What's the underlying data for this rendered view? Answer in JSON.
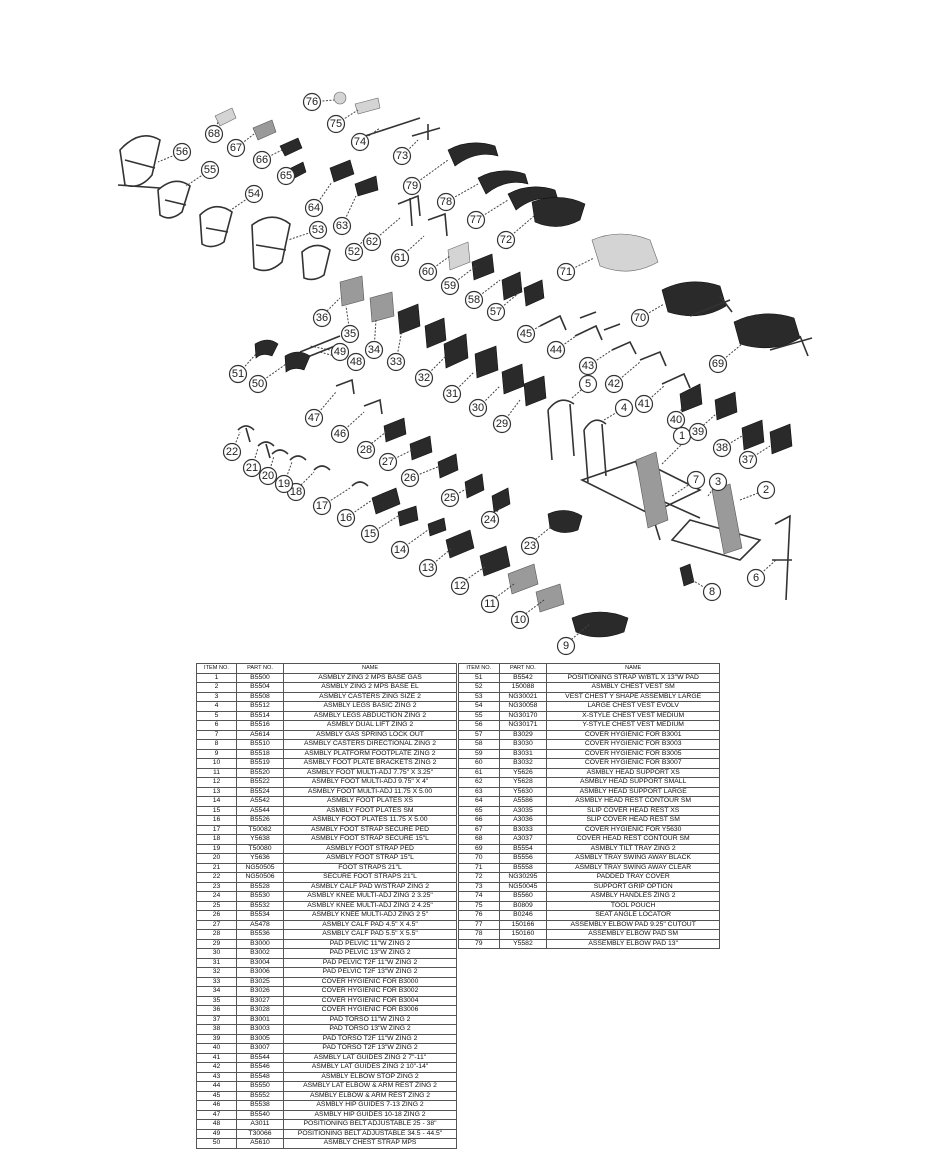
{
  "diagram": {
    "callouts": [
      "1",
      "2",
      "3",
      "4",
      "5",
      "6",
      "7",
      "8",
      "9",
      "10",
      "11",
      "12",
      "13",
      "14",
      "15",
      "16",
      "17",
      "18",
      "19",
      "20",
      "21",
      "22",
      "23",
      "24",
      "25",
      "26",
      "27",
      "28",
      "29",
      "30",
      "31",
      "32",
      "33",
      "34",
      "35",
      "36",
      "37",
      "38",
      "39",
      "40",
      "41",
      "42",
      "43",
      "44",
      "45",
      "46",
      "47",
      "48",
      "49",
      "50",
      "51",
      "52",
      "53",
      "54",
      "55",
      "56",
      "57",
      "58",
      "59",
      "60",
      "61",
      "62",
      "63",
      "64",
      "65",
      "66",
      "67",
      "68",
      "69",
      "70",
      "71",
      "72",
      "73",
      "74",
      "75",
      "76",
      "77",
      "78",
      "79"
    ]
  },
  "parts_table": {
    "headers": {
      "item": "ITEM NO.",
      "part": "PART NO.",
      "name": "NAME"
    },
    "left": [
      {
        "item": "1",
        "part": "B5500",
        "name": "ASMBLY ZING 2 MPS BASE GAS"
      },
      {
        "item": "2",
        "part": "B5504",
        "name": "ASMBLY ZING 2 MPS BASE EL"
      },
      {
        "item": "3",
        "part": "B5508",
        "name": "ASMBLY CASTERS ZING SIZE 2"
      },
      {
        "item": "4",
        "part": "B5512",
        "name": "ASMBLY LEGS BASIC ZING 2"
      },
      {
        "item": "5",
        "part": "B5514",
        "name": "ASMBLY LEGS ABDUCTION ZING 2"
      },
      {
        "item": "6",
        "part": "B5516",
        "name": "ASMBLY DUAL LIFT ZING 2"
      },
      {
        "item": "7",
        "part": "A5614",
        "name": "ASMBLY GAS SPRING LOCK OUT"
      },
      {
        "item": "8",
        "part": "B5510",
        "name": "ASMBLY CASTERS DIRECTIONAL ZING 2"
      },
      {
        "item": "9",
        "part": "B5518",
        "name": "ASMBLY PLATFORM FOOTPLATE ZING 2"
      },
      {
        "item": "10",
        "part": "B5519",
        "name": "ASMBLY FOOT PLATE BRACKETS ZING 2"
      },
      {
        "item": "11",
        "part": "B5520",
        "name": "ASMBLY FOOT MULTI-ADJ 7.75\" X 3.25\""
      },
      {
        "item": "12",
        "part": "B5522",
        "name": "ASMBLY FOOT MULTI-ADJ 9.75\" X 4\""
      },
      {
        "item": "13",
        "part": "B5524",
        "name": "ASMBLY FOOT MULTI-ADJ 11.75 X 5.00"
      },
      {
        "item": "14",
        "part": "A5542",
        "name": "ASMBLY FOOT PLATES XS"
      },
      {
        "item": "15",
        "part": "A5544",
        "name": "ASMBLY FOOT PLATES SM"
      },
      {
        "item": "16",
        "part": "B5526",
        "name": "ASMBLY FOOT PLATES 11.75 X 5.00"
      },
      {
        "item": "17",
        "part": "T50082",
        "name": "ASMBLY FOOT STRAP SECURE PED"
      },
      {
        "item": "18",
        "part": "Y5638",
        "name": "ASMBLY FOOT STRAP SECURE 15\"L"
      },
      {
        "item": "19",
        "part": "T50080",
        "name": "ASMBLY FOOT STRAP PED"
      },
      {
        "item": "20",
        "part": "Y5636",
        "name": "ASMBLY FOOT STRAP 15\"L"
      },
      {
        "item": "21",
        "part": "NG50505",
        "name": "FOOT STRAPS 21\"L"
      },
      {
        "item": "22",
        "part": "NG50506",
        "name": "SECURE FOOT STRAPS 21\"L"
      },
      {
        "item": "23",
        "part": "B5528",
        "name": "ASMBLY CALF PAD W/STRAP ZING 2"
      },
      {
        "item": "24",
        "part": "B5530",
        "name": "ASMBLY KNEE MULTI-ADJ ZING 2 3.25\""
      },
      {
        "item": "25",
        "part": "B5532",
        "name": "ASMBLY KNEE MULTI-ADJ ZING 2 4.25\""
      },
      {
        "item": "26",
        "part": "B5534",
        "name": "ASMBLY KNEE MULTI-ADJ ZING 2 5\""
      },
      {
        "item": "27",
        "part": "A5478",
        "name": "ASMBLY CALF PAD 4.5\" X 4.5\""
      },
      {
        "item": "28",
        "part": "B5536",
        "name": "ASMBLY CALF PAD 5.5\" X 5.5\""
      },
      {
        "item": "29",
        "part": "B3000",
        "name": "PAD PELVIC 11\"W ZING 2"
      },
      {
        "item": "30",
        "part": "B3002",
        "name": "PAD PELVIC 13\"W ZING 2"
      },
      {
        "item": "31",
        "part": "B3004",
        "name": "PAD PELVIC T2F 11\"W ZING 2"
      },
      {
        "item": "32",
        "part": "B3006",
        "name": "PAD PELVIC T2F 13\"W ZING 2"
      },
      {
        "item": "33",
        "part": "B3025",
        "name": "COVER HYGIENIC FOR B3000"
      },
      {
        "item": "34",
        "part": "B3026",
        "name": "COVER HYGIENIC FOR B3002"
      },
      {
        "item": "35",
        "part": "B3027",
        "name": "COVER HYGIENIC FOR B3004"
      },
      {
        "item": "36",
        "part": "B3028",
        "name": "COVER HYGIENIC FOR B3006"
      },
      {
        "item": "37",
        "part": "B3001",
        "name": "PAD TORSO 11\"W ZING 2"
      },
      {
        "item": "38",
        "part": "B3003",
        "name": "PAD TORSO 13\"W ZING 2"
      },
      {
        "item": "39",
        "part": "B3005",
        "name": "PAD TORSO T2F 11\"W ZING 2"
      },
      {
        "item": "40",
        "part": "B3007",
        "name": "PAD TORSO T2F 13\"W ZING 2"
      },
      {
        "item": "41",
        "part": "B5544",
        "name": "ASMBLY LAT GUIDES ZING 2 7\"-11\""
      },
      {
        "item": "42",
        "part": "B5546",
        "name": "ASMBLY LAT GUIDES ZING 2 10\"-14\""
      },
      {
        "item": "43",
        "part": "B5548",
        "name": "ASMBLY ELBOW STOP ZING 2"
      },
      {
        "item": "44",
        "part": "B5550",
        "name": "ASMBLY LAT ELBOW & ARM REST ZING 2"
      },
      {
        "item": "45",
        "part": "B5552",
        "name": "ASMBLY ELBOW & ARM REST ZING 2"
      },
      {
        "item": "46",
        "part": "B5538",
        "name": "ASMBLY HIP GUIDES 7-13 ZING 2"
      },
      {
        "item": "47",
        "part": "B5540",
        "name": "ASMBLY HIP GUIDES 10-18 ZING 2"
      },
      {
        "item": "48",
        "part": "A3011",
        "name": "POSITIONING BELT ADJUSTABLE 25 - 38\""
      },
      {
        "item": "49",
        "part": "T30066",
        "name": "POSITIONING BELT ADJUSTABLE 34.5 - 44.5\""
      },
      {
        "item": "50",
        "part": "A5610",
        "name": "ASMBLY CHEST STRAP MPS"
      }
    ],
    "right": [
      {
        "item": "51",
        "part": "B5542",
        "name": "POSITIONING STRAP W/BTL X 13\"W PAD"
      },
      {
        "item": "52",
        "part": "150088",
        "name": "ASMBLY CHEST VEST SM"
      },
      {
        "item": "53",
        "part": "NG30021",
        "name": "VEST CHEST Y SHAPE ASSEMBLY LARGE"
      },
      {
        "item": "54",
        "part": "NG30058",
        "name": "LARGE CHEST VEST EVOLV"
      },
      {
        "item": "55",
        "part": "NG30170",
        "name": "X-STYLE CHEST VEST MEDIUM"
      },
      {
        "item": "56",
        "part": "NG30171",
        "name": "Y-STYLE CHEST VEST MEDIUM"
      },
      {
        "item": "57",
        "part": "B3029",
        "name": "COVER HYGIENIC FOR B3001"
      },
      {
        "item": "58",
        "part": "B3030",
        "name": "COVER HYGIENIC FOR B3003"
      },
      {
        "item": "59",
        "part": "B3031",
        "name": "COVER HYGIENIC FOR B3005"
      },
      {
        "item": "60",
        "part": "B3032",
        "name": "COVER HYGIENIC FOR B3007"
      },
      {
        "item": "61",
        "part": "Y5626",
        "name": "ASMBLY HEAD SUPPORT XS"
      },
      {
        "item": "62",
        "part": "Y5628",
        "name": "ASMBLY HEAD SUPPORT SMALL"
      },
      {
        "item": "63",
        "part": "Y5630",
        "name": "ASMBLY HEAD SUPPORT LARGE"
      },
      {
        "item": "64",
        "part": "A5586",
        "name": "ASMBLY HEAD REST CONTOUR SM"
      },
      {
        "item": "65",
        "part": "A3035",
        "name": "SLIP COVER HEAD REST XS"
      },
      {
        "item": "66",
        "part": "A3036",
        "name": "SLIP COVER HEAD REST SM"
      },
      {
        "item": "67",
        "part": "B3033",
        "name": "COVER HYGIENIC FOR Y5630"
      },
      {
        "item": "68",
        "part": "A3037",
        "name": "COVER HEAD REST CONTOUR SM"
      },
      {
        "item": "69",
        "part": "B5554",
        "name": "ASMBLY TILT TRAY ZING 2"
      },
      {
        "item": "70",
        "part": "B5556",
        "name": "ASMBLY TRAY SWING AWAY BLACK"
      },
      {
        "item": "71",
        "part": "B5558",
        "name": "ASMBLY TRAY SWING AWAY CLEAR"
      },
      {
        "item": "72",
        "part": "NG30295",
        "name": "PADDED TRAY COVER"
      },
      {
        "item": "73",
        "part": "NG50045",
        "name": "SUPPORT GRIP OPTION"
      },
      {
        "item": "74",
        "part": "B5560",
        "name": "ASMBLY HANDLES ZING 2"
      },
      {
        "item": "75",
        "part": "B0809",
        "name": "TOOL POUCH"
      },
      {
        "item": "76",
        "part": "B0246",
        "name": "SEAT ANGLE LOCATOR"
      },
      {
        "item": "77",
        "part": "150166",
        "name": "ASSEMBLY ELBOW PAD 9.25\" CUTOUT"
      },
      {
        "item": "78",
        "part": "150160",
        "name": "ASSEMBLY ELBOW PAD SM"
      },
      {
        "item": "79",
        "part": "Y5582",
        "name": "ASSEMBLY ELBOW PAD 13\""
      }
    ]
  }
}
